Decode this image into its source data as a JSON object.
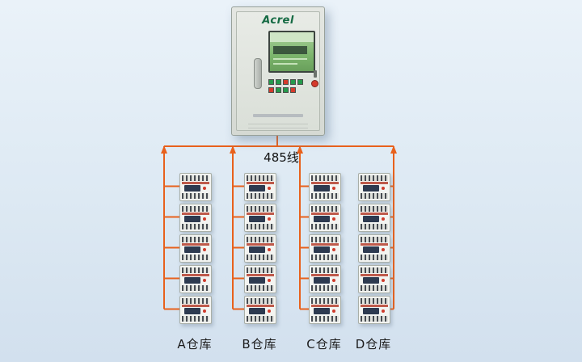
{
  "bus": {
    "label": "485线",
    "color": "#e8611c"
  },
  "cabinet": {
    "brand": "Acrel",
    "brand_color": "#156a43",
    "indicator_rows": [
      [
        "#259a4c",
        "#259a4c",
        "#d5392b",
        "#259a4c",
        "#259a4c"
      ],
      [
        "#d5392b",
        "#259a4c",
        "#259a4c",
        "#d5392b"
      ]
    ]
  },
  "columns": [
    {
      "id": "A",
      "label": "A仓库"
    },
    {
      "id": "B",
      "label": "B仓库"
    },
    {
      "id": "C",
      "label": "C仓库"
    },
    {
      "id": "D",
      "label": "D仓库"
    }
  ]
}
